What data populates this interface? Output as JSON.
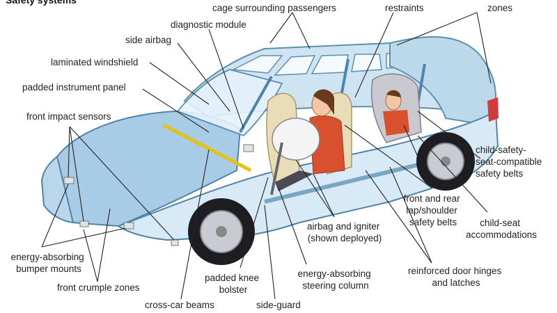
{
  "title": "Safety systems",
  "labels": {
    "cage": "cage surrounding passengers",
    "restraints": "restraints",
    "zones": "zones",
    "diagnostic": "diagnostic module",
    "side_airbag": "side airbag",
    "windshield": "laminated windshield",
    "instrument_panel": "padded instrument panel",
    "impact_sensors": "front impact sensors",
    "child_belts": [
      "child-safety-",
      "seat-compatible",
      "safety belts"
    ],
    "lap_belts": [
      "front and rear",
      "lap/shoulder",
      "safety belts"
    ],
    "child_seat": [
      "child-seat",
      "accommodations"
    ],
    "airbag_igniter": [
      "airbag and igniter",
      "(shown deployed)"
    ],
    "bumper_mounts": [
      "energy-absorbing",
      "bumper mounts"
    ],
    "crumple": "front crumple zones",
    "knee_bolster": [
      "padded knee",
      "bolster"
    ],
    "steering": [
      "energy-absorbing",
      "steering column"
    ],
    "door_hinges": [
      "reinforced door hinges",
      "and latches"
    ],
    "cross_car": "cross-car beams",
    "side_guard": "side-guard"
  }
}
